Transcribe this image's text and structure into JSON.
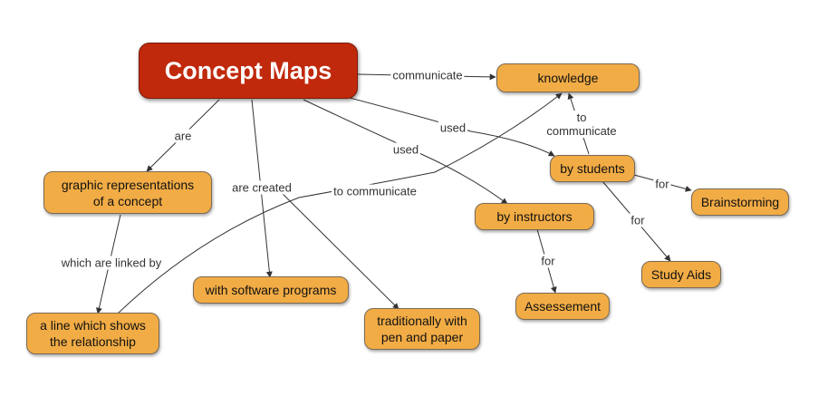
{
  "diagram": {
    "type": "concept-map",
    "root": "Concept Maps",
    "nodes": {
      "concept_maps": "Concept Maps",
      "knowledge": "knowledge",
      "graphic_representations": "graphic representations\nof a concept",
      "line_shows_relationship": "a line which shows\nthe relationship",
      "software_programs": "with software programs",
      "pen_and_paper": "traditionally with\npen and paper",
      "by_instructors": "by instructors",
      "by_students": "by students",
      "assessement": "Assessement",
      "brainstorming": "Brainstorming",
      "study_aids": "Study Aids"
    },
    "edge_labels": {
      "communicate": "communicate",
      "are": "are",
      "are_created": "are created",
      "used_instructors": "used",
      "used_students": "used",
      "to_communicate_line": "to communicate",
      "to_communicate_students": "to\ncommunicate",
      "which_are_linked_by": "which are linked by",
      "for_assessement": "for",
      "for_brainstorming": "for",
      "for_study_aids": "for"
    },
    "colors": {
      "root_fill": "#c0290b",
      "node_fill": "#f2ac45",
      "line": "#333333"
    }
  }
}
